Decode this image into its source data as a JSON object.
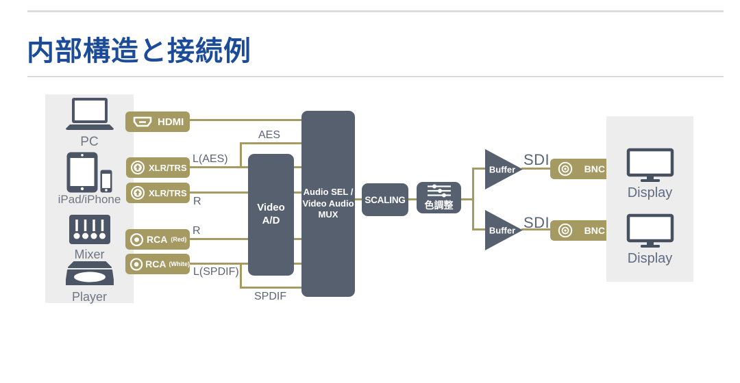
{
  "title": "内部構造と接続例",
  "palette": {
    "title_blue": "#1c4c97",
    "connector_gold": "#a69a63",
    "block_slate": "#57606f",
    "icon_slate": "#4b5565",
    "panel_gray": "#ededee",
    "label_gray": "#6e7683"
  },
  "sources": {
    "pc": {
      "label": "PC"
    },
    "tablet_phone": {
      "label": "iPad/iPhone"
    },
    "mixer": {
      "label": "Mixer"
    },
    "player": {
      "label": "Player"
    }
  },
  "input_connectors": {
    "hdmi": {
      "label": "HDMI"
    },
    "xlr_trs_l": {
      "label": "XLR/TRS"
    },
    "xlr_trs_r": {
      "label": "XLR/TRS"
    },
    "rca_red": {
      "label": "RCA",
      "suffix": "(Red)"
    },
    "rca_white": {
      "label": "RCA",
      "suffix": "(White)"
    }
  },
  "signal_labels": {
    "l_aes": "L(AES)",
    "r_xlr": "R",
    "aes": "AES",
    "r_rca": "R",
    "l_spdif": "L(SPDIF)",
    "spdif": "SPDIF",
    "sdi_top": "SDI",
    "sdi_bottom": "SDI"
  },
  "blocks": {
    "video_ad": {
      "lines": [
        "Video",
        "A/D"
      ]
    },
    "mux": {
      "lines": [
        "Audio SEL /",
        "Video Audio",
        "MUX"
      ]
    },
    "scaling": {
      "label": "SCALING"
    },
    "color_adjust": {
      "label": "色調整"
    },
    "buffer_top": {
      "label": "Buffer"
    },
    "buffer_bottom": {
      "label": "Buffer"
    }
  },
  "output_connectors": {
    "bnc_top": {
      "label": "BNC"
    },
    "bnc_bottom": {
      "label": "BNC"
    }
  },
  "sinks": {
    "display_top": {
      "label": "Display"
    },
    "display_bottom": {
      "label": "Display"
    }
  }
}
